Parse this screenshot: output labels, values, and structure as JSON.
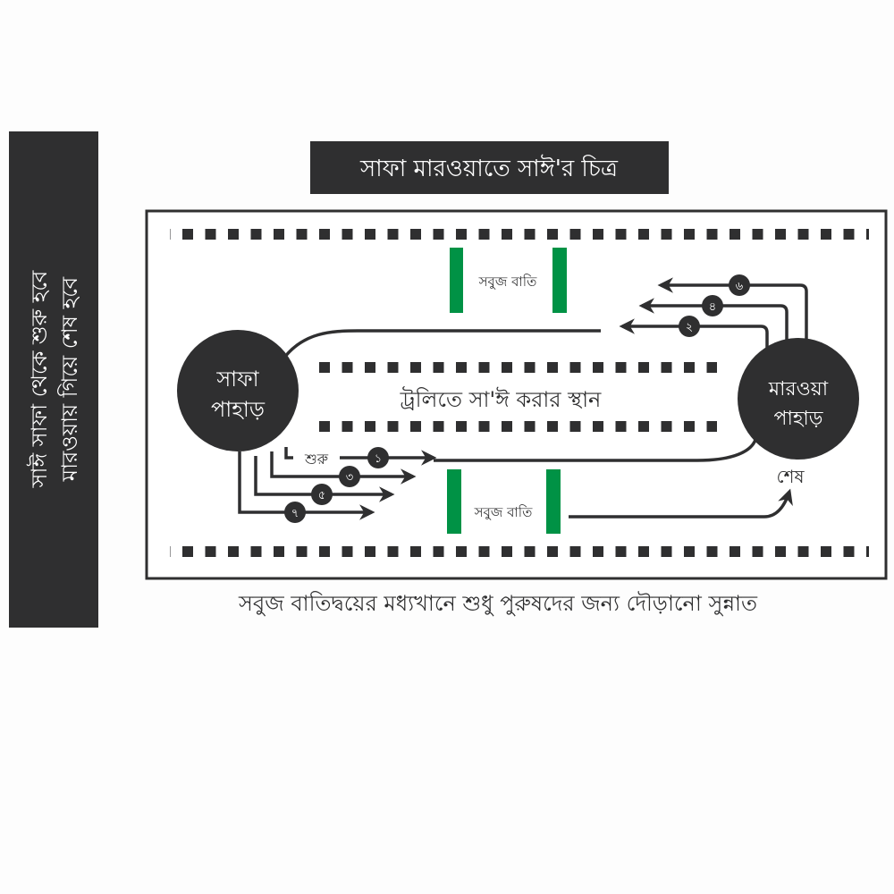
{
  "side_panel": {
    "line1": "সাঈ সাফা থেকে শুরু হবে",
    "line2": "মারওয়ায় গিয়ে শেষ হবে"
  },
  "title": "সাফা মারওয়াতে সাঈ'র চিত্র",
  "diagram": {
    "safa_label_1": "সাফা",
    "safa_label_2": "পাহাড়",
    "marwa_label_1": "মারওয়া",
    "marwa_label_2": "পাহাড়",
    "green_light_top": "সবুজ বাতি",
    "green_light_bottom": "সবুজ বাতি",
    "trolley_lane": "ট্রলিতে সা'ঈ করার স্থান",
    "start_label": "শুরু",
    "end_label": "শেষ",
    "laps_forward": [
      "১",
      "৩",
      "৫",
      "৭"
    ],
    "laps_return": [
      "২",
      "৪",
      "৬"
    ]
  },
  "caption": "সবুজ বাতিদ্বয়ের মধ্যখানে শুধু পুরুষদের জন্য দৌড়ানো সুন্নাত",
  "colors": {
    "dark": "#2f2f30",
    "green": "#009245"
  }
}
